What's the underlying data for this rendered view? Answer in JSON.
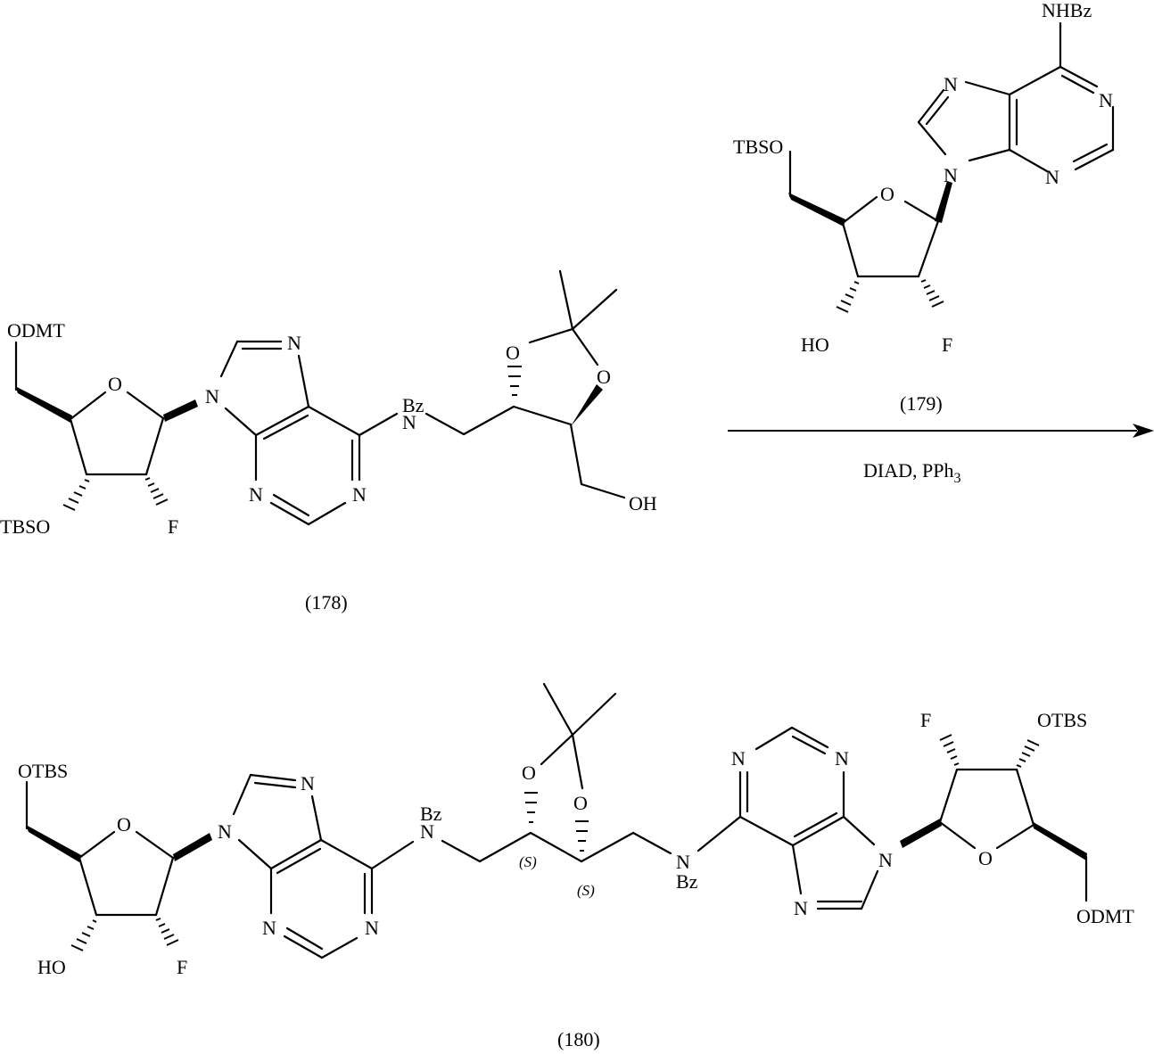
{
  "scheme": {
    "arrow": {
      "above": "(179)",
      "below_main": "DIAD, PPh",
      "below_sub": "3"
    },
    "compounds": [
      {
        "id": "178",
        "label": "(178)",
        "atoms": {
          "o5": "ODMT",
          "o3": "TBSO",
          "f": "F",
          "ring_o": "O",
          "n9": "N",
          "n7": "N",
          "n1": "N",
          "n3": "N",
          "n6": "N",
          "bz": "Bz",
          "diox_o1": "O",
          "diox_o2": "O",
          "oh": "OH"
        }
      },
      {
        "id": "179",
        "label": "(179)",
        "atoms": {
          "o5": "TBSO",
          "oh": "HO",
          "f": "F",
          "ring_o": "O",
          "n9": "N",
          "n7": "N",
          "n1": "N",
          "n3": "N",
          "nhbz": "NHBz"
        }
      },
      {
        "id": "180",
        "label": "(180)",
        "atoms": {
          "l_o5": "OTBS",
          "l_oh": "HO",
          "l_f": "F",
          "l_ring_o": "O",
          "l_n9": "N",
          "l_n7": "N",
          "l_n1": "N",
          "l_n3": "N",
          "l_n6": "N",
          "l_bz": "Bz",
          "diox_o1": "O",
          "diox_o2": "O",
          "s1": "(S)",
          "s2": "(S)",
          "r_n6": "N",
          "r_bz": "Bz",
          "r_n1": "N",
          "r_n3": "N",
          "r_n9": "N",
          "r_n7": "N",
          "r_ring_o": "O",
          "r_f": "F",
          "r_o3": "OTBS",
          "r_o5": "ODMT"
        }
      }
    ]
  }
}
